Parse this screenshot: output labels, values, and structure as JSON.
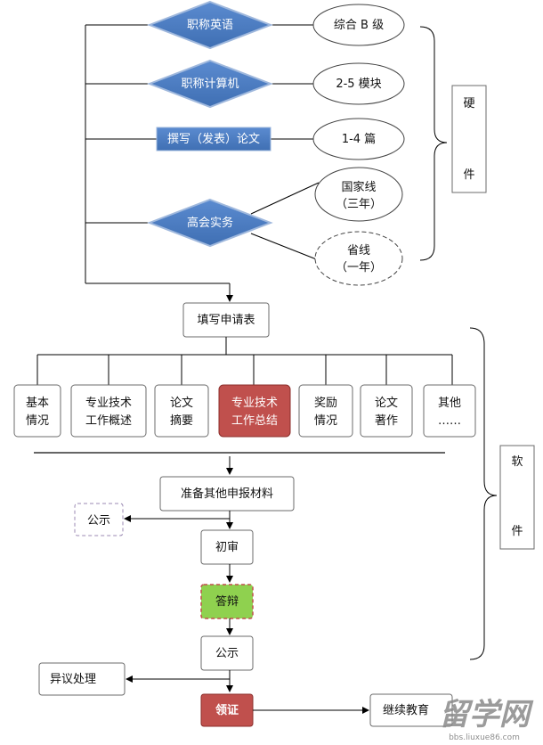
{
  "diamonds": {
    "english": "职称英语",
    "computer": "职称计算机",
    "practice": "高会实务"
  },
  "paper_box": "撰写（发表）论文",
  "ovals": {
    "english_level": "综合 B 级",
    "computer_modules": "2-5 模块",
    "paper_count": "1-4 篇",
    "national_line_1": "国家线",
    "national_line_2": "（三年）",
    "province_line_1": "省线",
    "province_line_2": "（一年）"
  },
  "brackets": {
    "hardware_1": "硬",
    "hardware_2": "件",
    "software_1": "软",
    "software_2": "件"
  },
  "fill_form": "填写申请表",
  "form_items": [
    {
      "line1": "基本",
      "line2": "情况"
    },
    {
      "line1": "专业技术",
      "line2": "工作概述"
    },
    {
      "line1": "论文",
      "line2": "摘要"
    },
    {
      "line1": "专业技术",
      "line2": "工作总结"
    },
    {
      "line1": "奖励",
      "line2": "情况"
    },
    {
      "line1": "论文",
      "line2": "著作"
    },
    {
      "line1": "其他",
      "line2": "……"
    }
  ],
  "prepare": "准备其他申报材料",
  "publicity_1": "公示",
  "initial_review": "初审",
  "defense": "答辩",
  "publicity_2": "公示",
  "objection": "异议处理",
  "certificate": "领证",
  "continuing_edu": "继续教育",
  "watermark": {
    "logo": "留学网",
    "url": "bbs.liuxue86.com"
  },
  "colors": {
    "diamond": "#4a7bbf",
    "highlight_red": "#c0504d",
    "highlight_green": "#8fd14f"
  }
}
